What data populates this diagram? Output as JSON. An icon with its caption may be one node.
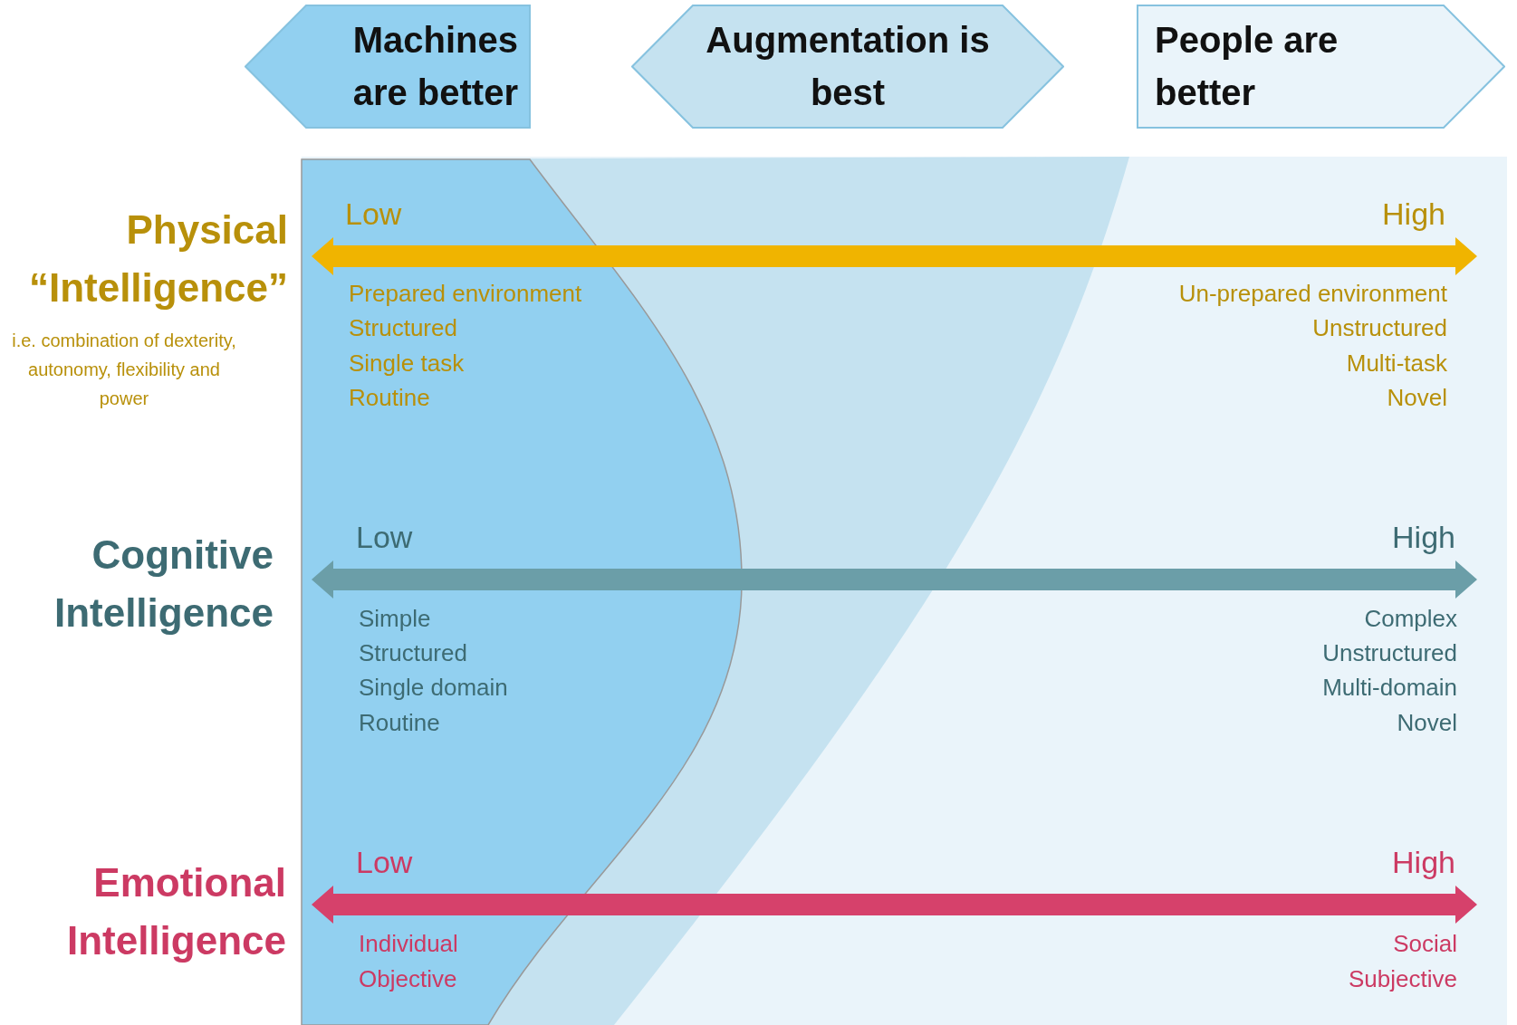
{
  "diagram": {
    "nodes": [
      {
        "text": [
          "Machines are better"
        ]
      },
      {
        "text": [
          "Augmentation is best"
        ]
      },
      {
        "text": [
          "People are better"
        ]
      }
    ],
    "labels": [
      "Physical “Intelligence”",
      "Low",
      "High",
      "i.e. combination of dexterity, autonomy, flexibility and power",
      "Prepared environment",
      "Structured",
      "Single task",
      "Routine",
      "Un-prepared environment",
      "Unstructured",
      "Multi-task",
      "Novel",
      "Cognitive Intelligence",
      "Low",
      "High",
      "Simple",
      "Structured",
      "Single domain",
      "Routine",
      "Complex",
      "Unstructured",
      "Multi-domain",
      "Novel",
      "Emotional Intelligence",
      "Low",
      "High",
      "Individual",
      "Objective",
      "Social",
      "Subjective"
    ]
  }
}
